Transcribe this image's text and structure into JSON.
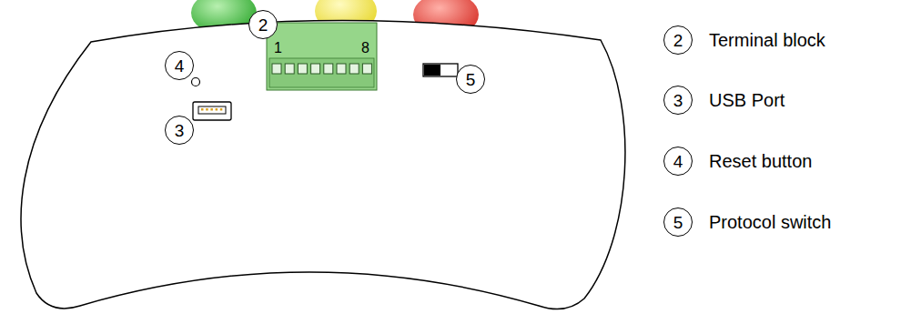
{
  "diagram": {
    "nodes": [
      {
        "text": [
          "2"
        ]
      },
      {
        "text": [
          "4"
        ]
      },
      {
        "text": [
          "5"
        ]
      },
      {
        "text": [
          "3"
        ]
      },
      {
        "text": [
          "2",
          "Terminal block"
        ]
      },
      {
        "text": [
          "3",
          "USB Port"
        ]
      },
      {
        "text": [
          "4",
          "Reset button"
        ]
      },
      {
        "text": [
          "5",
          "Protocol switch"
        ]
      }
    ],
    "labels": [
      "1",
      "8"
    ]
  }
}
